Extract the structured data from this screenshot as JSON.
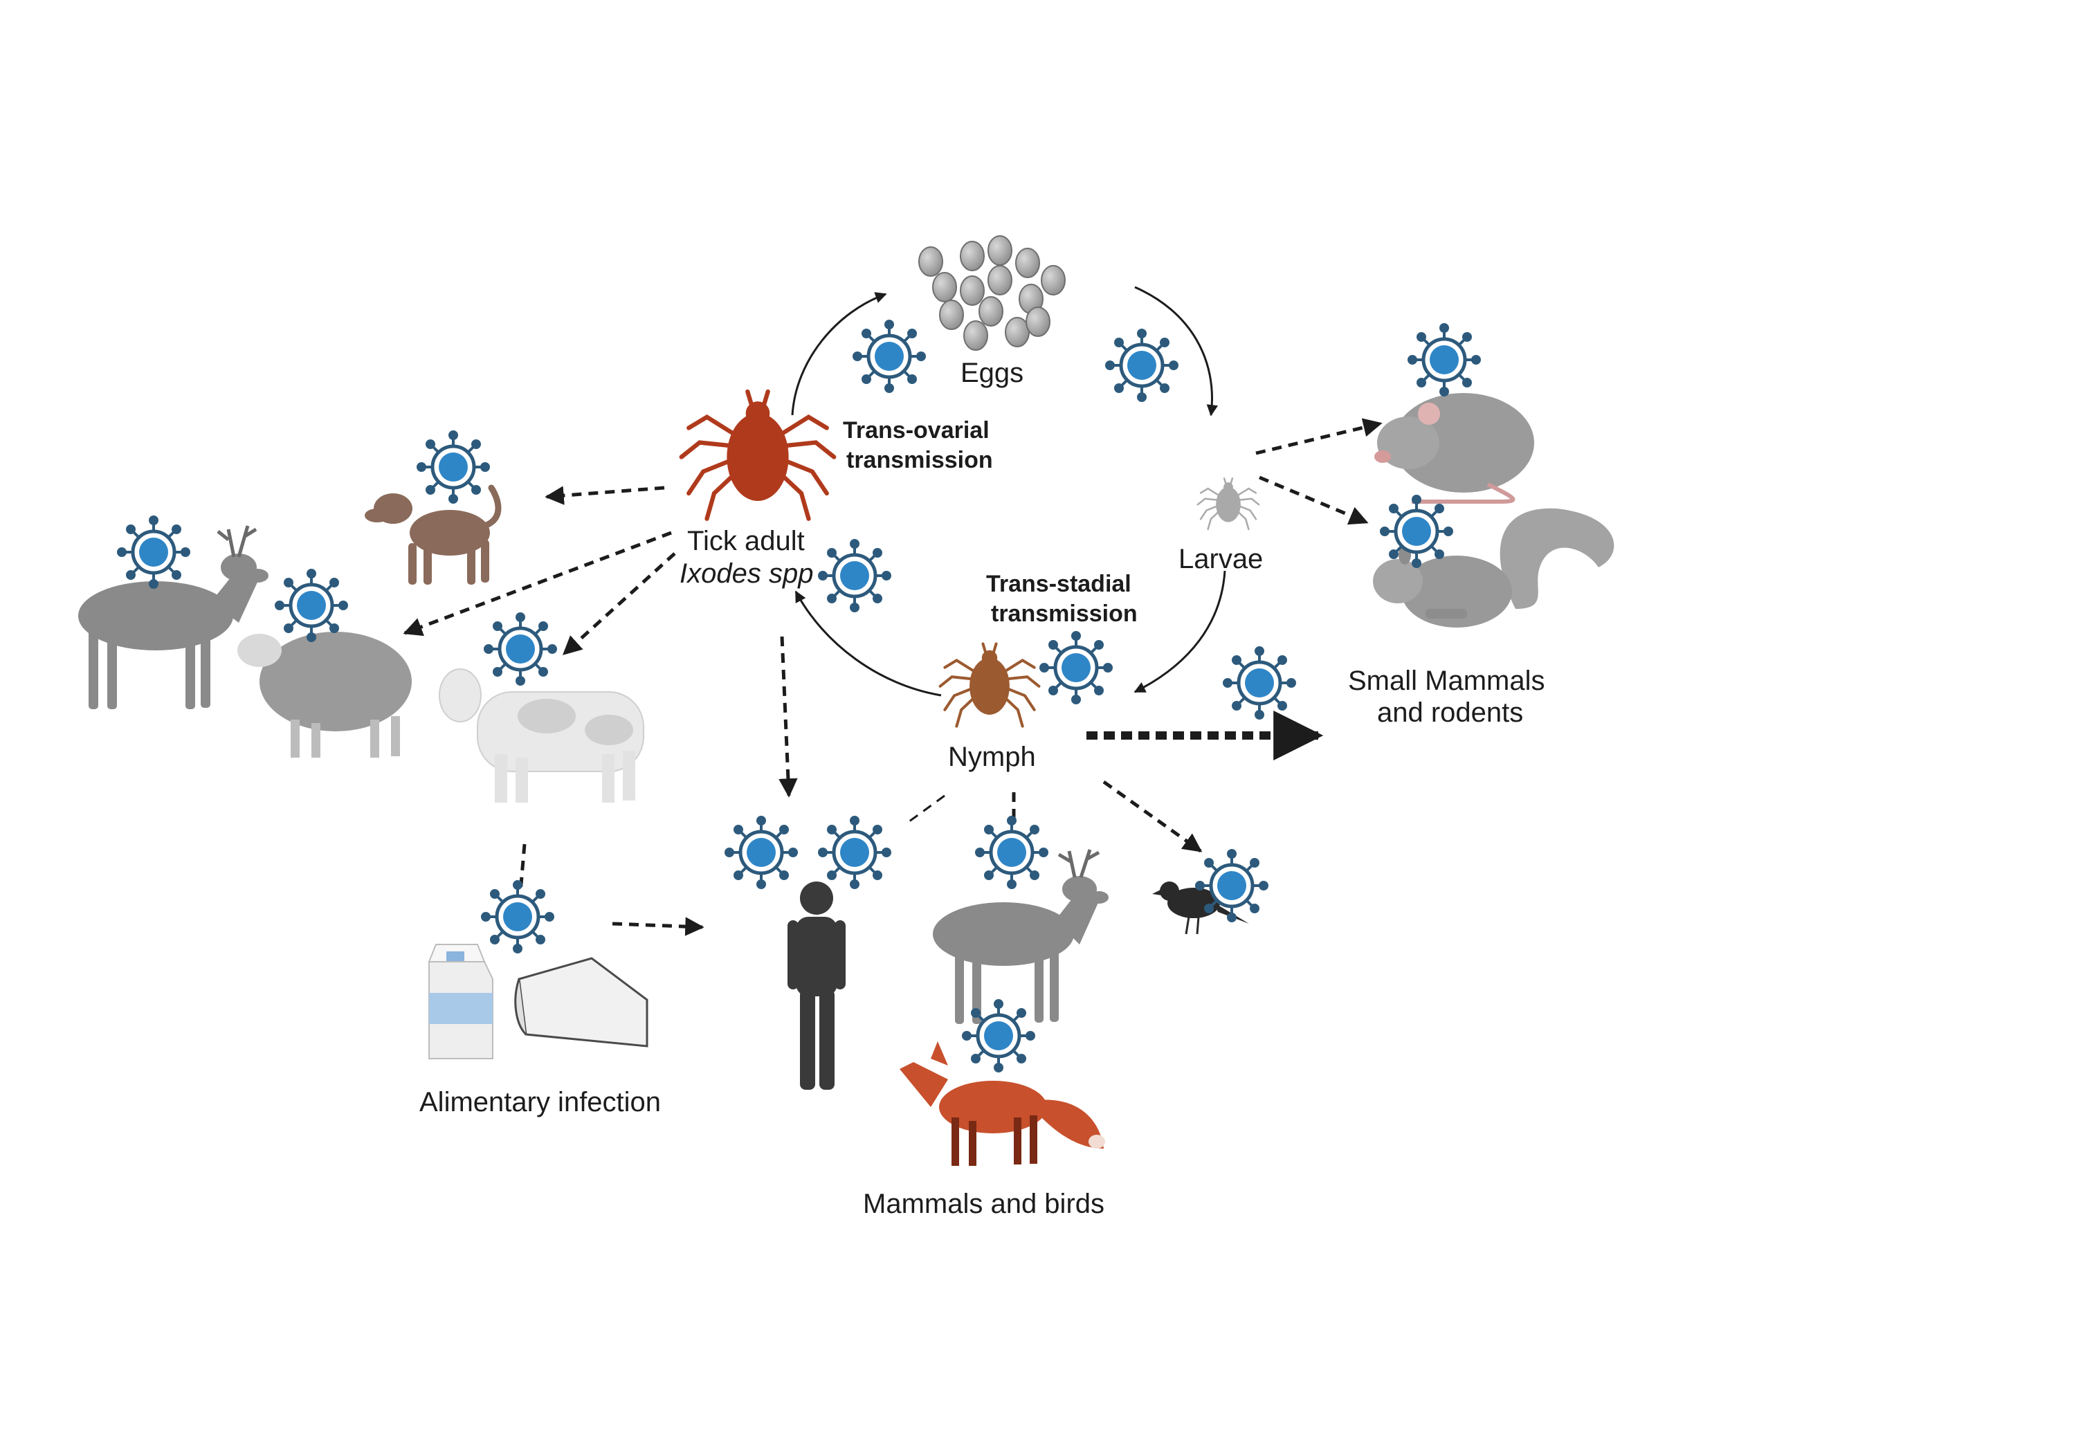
{
  "labels": {
    "eggs": "Eggs",
    "trans_ovarial_line1": "Trans-ovarial",
    "trans_ovarial_line2": "transmission",
    "tick_adult_line1": "Tick adult",
    "tick_adult_line2": "Ixodes spp",
    "larvae": "Larvae",
    "trans_stadial_line1": "Trans-stadial",
    "trans_stadial_line2": "transmission",
    "nymph": "Nymph",
    "small_mammals_line1": "Small Mammals",
    "small_mammals_line2": "and rodents",
    "alimentary_infection": "Alimentary infection",
    "mammals_and_birds": "Mammals and birds"
  },
  "colors": {
    "virus": "#2f86c7",
    "virus_spike": "#2d5a7c",
    "tick_adult": "#b03a1c",
    "nymph": "#9c5a30",
    "larva": "#a9a9a9",
    "egg": "#9a9a9a",
    "arrow": "#1c1c1c",
    "fox": "#c8502c",
    "deer": "#8a8a8a",
    "human": "#3a3a3a"
  },
  "icons": [
    "virus-icon",
    "tick-icon",
    "egg-icon",
    "deer-icon",
    "sheep-icon",
    "cow-icon",
    "dog-icon",
    "rat-icon",
    "squirrel-icon",
    "human-icon",
    "fox-icon",
    "bird-icon",
    "milk-carton-icon",
    "cheese-icon"
  ]
}
